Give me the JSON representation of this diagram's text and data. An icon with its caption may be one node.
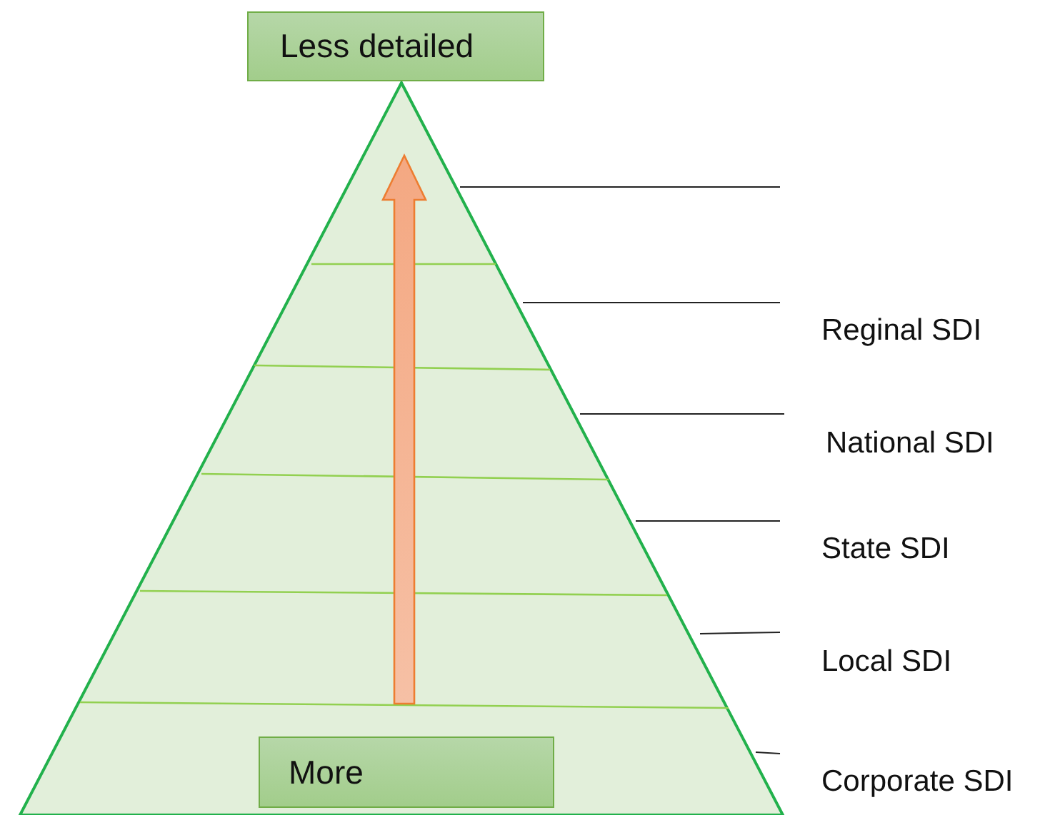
{
  "diagram": {
    "nodes": [
      {
        "text": [
          "Less detailed"
        ]
      },
      {
        "text": [
          "More"
        ]
      }
    ],
    "labels": [
      "Reginal SDI",
      "National SDI",
      "State SDI",
      "Local SDI",
      "Corporate SDI"
    ]
  }
}
